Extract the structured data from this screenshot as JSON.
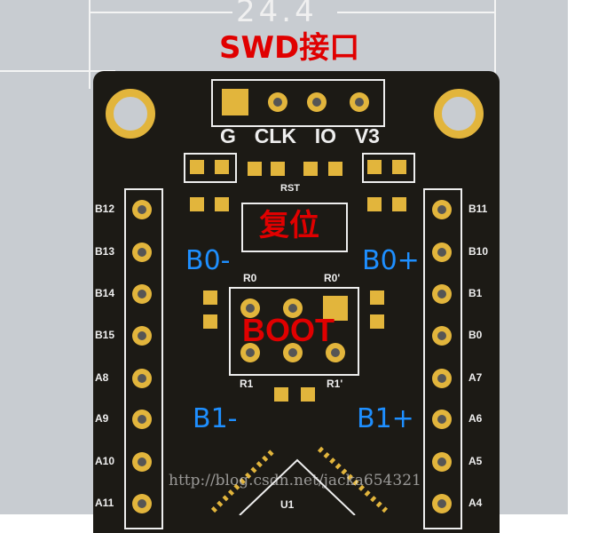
{
  "dimension": "24.4",
  "swd_title": "SWD接口",
  "swd_pins": [
    "G",
    "CLK",
    "IO",
    "V3"
  ],
  "rst_silk": "RST",
  "reset_label": "复位",
  "boot_label": "BOOT",
  "r0_left": "R0",
  "r0_right": "R0'",
  "r1_left": "R1",
  "r1_right": "R1'",
  "annotations": {
    "b0_minus": "B0-",
    "b0_plus": "B0+",
    "b1_minus": "B1-",
    "b1_plus": "B1+"
  },
  "left_pins": [
    "B12",
    "B13",
    "B14",
    "B15",
    "A8",
    "A9",
    "A10",
    "A11"
  ],
  "right_pins": [
    "B11",
    "B10",
    "B1",
    "B0",
    "A7",
    "A6",
    "A5",
    "A4"
  ],
  "chip_silk": "U1",
  "watermark": "http://blog.csdn.net/jacka654321",
  "colors": {
    "annotation_blue": "#1e8fff",
    "annotation_red": "#e00000",
    "pad_gold": "#e2b53c"
  }
}
